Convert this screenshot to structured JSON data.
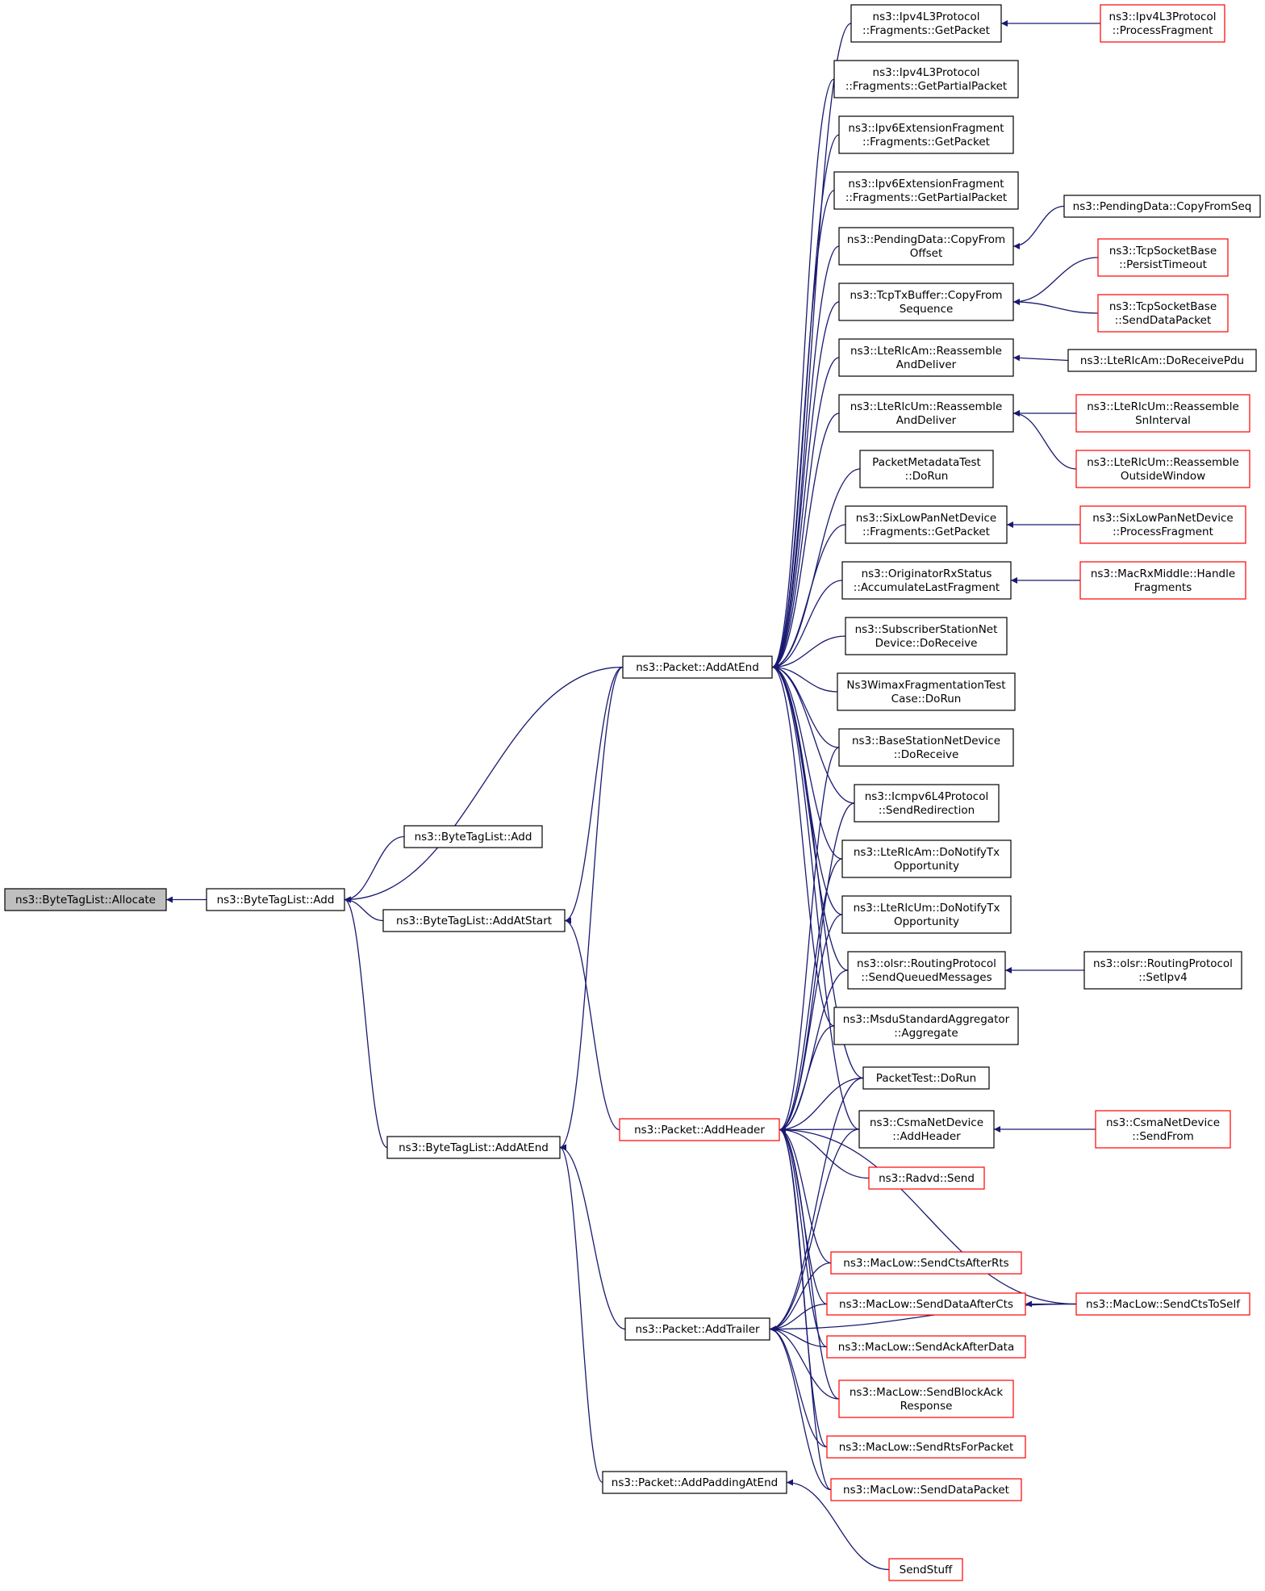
{
  "colors": {
    "edge": "#191970",
    "node_border_normal": "#000000",
    "node_border_truncated": "#ff0000",
    "node_fill_root": "#bfbfbf",
    "node_fill": "#ffffff",
    "text": "#000000"
  },
  "nodes": [
    {
      "id": "allocate",
      "lines": [
        "ns3::ByteTagList::Allocate"
      ],
      "style": "root"
    },
    {
      "id": "btl_add_main",
      "lines": [
        "ns3::ByteTagList::Add"
      ],
      "style": "normal"
    },
    {
      "id": "btl_add_other",
      "lines": [
        "ns3::ByteTagList::Add"
      ],
      "style": "normal"
    },
    {
      "id": "btl_addatstart",
      "lines": [
        "ns3::ByteTagList::AddAtStart"
      ],
      "style": "normal"
    },
    {
      "id": "btl_addatend",
      "lines": [
        "ns3::ByteTagList::AddAtEnd"
      ],
      "style": "normal"
    },
    {
      "id": "pkt_addatend",
      "lines": [
        "ns3::Packet::AddAtEnd"
      ],
      "style": "normal"
    },
    {
      "id": "pkt_addheader",
      "lines": [
        "ns3::Packet::AddHeader"
      ],
      "style": "truncated"
    },
    {
      "id": "pkt_addtrailer",
      "lines": [
        "ns3::Packet::AddTrailer"
      ],
      "style": "normal"
    },
    {
      "id": "pkt_addpadding",
      "lines": [
        "ns3::Packet::AddPaddingAtEnd"
      ],
      "style": "normal"
    },
    {
      "id": "ipv4_getpacket",
      "lines": [
        "ns3::Ipv4L3Protocol",
        "::Fragments::GetPacket"
      ],
      "style": "normal"
    },
    {
      "id": "ipv4_getpartial",
      "lines": [
        "ns3::Ipv4L3Protocol",
        "::Fragments::GetPartialPacket"
      ],
      "style": "normal"
    },
    {
      "id": "ipv6_getpacket",
      "lines": [
        "ns3::Ipv6ExtensionFragment",
        "::Fragments::GetPacket"
      ],
      "style": "normal"
    },
    {
      "id": "ipv6_getpartial",
      "lines": [
        "ns3::Ipv6ExtensionFragment",
        "::Fragments::GetPartialPacket"
      ],
      "style": "normal"
    },
    {
      "id": "pending_copyfromoffset",
      "lines": [
        "ns3::PendingData::CopyFrom",
        "Offset"
      ],
      "style": "normal"
    },
    {
      "id": "tcptx_copyfromseq",
      "lines": [
        "ns3::TcpTxBuffer::CopyFrom",
        "Sequence"
      ],
      "style": "normal"
    },
    {
      "id": "rlcam_reassemble",
      "lines": [
        "ns3::LteRlcAm::Reassemble",
        "AndDeliver"
      ],
      "style": "normal"
    },
    {
      "id": "rlcum_reassemble",
      "lines": [
        "ns3::LteRlcUm::Reassemble",
        "AndDeliver"
      ],
      "style": "normal"
    },
    {
      "id": "pmt_dorun",
      "lines": [
        "PacketMetadataTest",
        "::DoRun"
      ],
      "style": "normal"
    },
    {
      "id": "sixlowpan_getpacket",
      "lines": [
        "ns3::SixLowPanNetDevice",
        "::Fragments::GetPacket"
      ],
      "style": "normal"
    },
    {
      "id": "originator_accum",
      "lines": [
        "ns3::OriginatorRxStatus",
        "::AccumulateLastFragment"
      ],
      "style": "normal"
    },
    {
      "id": "ssnd_doreceive",
      "lines": [
        "ns3::SubscriberStationNet",
        "Device::DoReceive"
      ],
      "style": "normal"
    },
    {
      "id": "wimaxfrag_dorun",
      "lines": [
        "Ns3WimaxFragmentationTest",
        "Case::DoRun"
      ],
      "style": "normal"
    },
    {
      "id": "bsnd_doreceive",
      "lines": [
        "ns3::BaseStationNetDevice",
        "::DoReceive"
      ],
      "style": "normal"
    },
    {
      "id": "icmpv6_sendredirect",
      "lines": [
        "ns3::Icmpv6L4Protocol",
        "::SendRedirection"
      ],
      "style": "normal"
    },
    {
      "id": "rlcam_notifytx",
      "lines": [
        "ns3::LteRlcAm::DoNotifyTx",
        "Opportunity"
      ],
      "style": "normal"
    },
    {
      "id": "rlcum_notifytx",
      "lines": [
        "ns3::LteRlcUm::DoNotifyTx",
        "Opportunity"
      ],
      "style": "normal"
    },
    {
      "id": "olsr_sendqueued",
      "lines": [
        "ns3::olsr::RoutingProtocol",
        "::SendQueuedMessages"
      ],
      "style": "normal"
    },
    {
      "id": "msdu_aggregate",
      "lines": [
        "ns3::MsduStandardAggregator",
        "::Aggregate"
      ],
      "style": "normal"
    },
    {
      "id": "packettest_dorun",
      "lines": [
        "PacketTest::DoRun"
      ],
      "style": "normal"
    },
    {
      "id": "csma_addheader",
      "lines": [
        "ns3::CsmaNetDevice",
        "::AddHeader"
      ],
      "style": "normal"
    },
    {
      "id": "radvd_send",
      "lines": [
        "ns3::Radvd::Send"
      ],
      "style": "truncated"
    },
    {
      "id": "maclow_ctsafterrts",
      "lines": [
        "ns3::MacLow::SendCtsAfterRts"
      ],
      "style": "truncated"
    },
    {
      "id": "maclow_dataaftercts",
      "lines": [
        "ns3::MacLow::SendDataAfterCts"
      ],
      "style": "truncated"
    },
    {
      "id": "maclow_ackafterdata",
      "lines": [
        "ns3::MacLow::SendAckAfterData"
      ],
      "style": "truncated"
    },
    {
      "id": "maclow_blockack",
      "lines": [
        "ns3::MacLow::SendBlockAck",
        "Response"
      ],
      "style": "truncated"
    },
    {
      "id": "maclow_rtsforpacket",
      "lines": [
        "ns3::MacLow::SendRtsForPacket"
      ],
      "style": "truncated"
    },
    {
      "id": "maclow_datapacket",
      "lines": [
        "ns3::MacLow::SendDataPacket"
      ],
      "style": "truncated"
    },
    {
      "id": "sendstuff",
      "lines": [
        "SendStuff"
      ],
      "style": "truncated"
    },
    {
      "id": "ipv4_processfrag",
      "lines": [
        "ns3::Ipv4L3Protocol",
        "::ProcessFragment"
      ],
      "style": "truncated"
    },
    {
      "id": "pending_copyfromseq",
      "lines": [
        "ns3::PendingData::CopyFromSeq"
      ],
      "style": "normal"
    },
    {
      "id": "tcpsb_persist",
      "lines": [
        "ns3::TcpSocketBase",
        "::PersistTimeout"
      ],
      "style": "truncated"
    },
    {
      "id": "tcpsb_senddata",
      "lines": [
        "ns3::TcpSocketBase",
        "::SendDataPacket"
      ],
      "style": "truncated"
    },
    {
      "id": "rlcam_doreceivepdu",
      "lines": [
        "ns3::LteRlcAm::DoReceivePdu"
      ],
      "style": "normal"
    },
    {
      "id": "rlcum_reassemble_sn",
      "lines": [
        "ns3::LteRlcUm::Reassemble",
        "SnInterval"
      ],
      "style": "truncated"
    },
    {
      "id": "rlcum_reassemble_out",
      "lines": [
        "ns3::LteRlcUm::Reassemble",
        "OutsideWindow"
      ],
      "style": "truncated"
    },
    {
      "id": "sixlowpan_processfrag",
      "lines": [
        "ns3::SixLowPanNetDevice",
        "::ProcessFragment"
      ],
      "style": "truncated"
    },
    {
      "id": "macrx_handlefrag",
      "lines": [
        "ns3::MacRxMiddle::Handle",
        "Fragments"
      ],
      "style": "truncated"
    },
    {
      "id": "olsr_setipv4",
      "lines": [
        "ns3::olsr::RoutingProtocol",
        "::SetIpv4"
      ],
      "style": "normal"
    },
    {
      "id": "csma_sendfrom",
      "lines": [
        "ns3::CsmaNetDevice",
        "::SendFrom"
      ],
      "style": "truncated"
    },
    {
      "id": "maclow_ctstoself",
      "lines": [
        "ns3::MacLow::SendCtsToSelf"
      ],
      "style": "truncated"
    }
  ],
  "edges": [
    {
      "from": "btl_add_main",
      "to": "allocate"
    },
    {
      "from": "btl_add_other",
      "to": "btl_add_main"
    },
    {
      "from": "pkt_addatend",
      "to": "btl_add_main"
    },
    {
      "from": "btl_addatstart",
      "to": "btl_add_main"
    },
    {
      "from": "btl_addatend",
      "to": "btl_add_main"
    },
    {
      "from": "pkt_addheader",
      "to": "btl_addatstart"
    },
    {
      "from": "pkt_addatend",
      "to": "btl_addatstart"
    },
    {
      "from": "pkt_addatend",
      "to": "btl_addatend"
    },
    {
      "from": "pkt_addtrailer",
      "to": "btl_addatend"
    },
    {
      "from": "pkt_addpadding",
      "to": "btl_addatend"
    },
    {
      "from": "ipv4_getpacket",
      "to": "pkt_addatend"
    },
    {
      "from": "ipv4_getpartial",
      "to": "pkt_addatend"
    },
    {
      "from": "ipv6_getpacket",
      "to": "pkt_addatend"
    },
    {
      "from": "ipv6_getpartial",
      "to": "pkt_addatend"
    },
    {
      "from": "pending_copyfromoffset",
      "to": "pkt_addatend"
    },
    {
      "from": "tcptx_copyfromseq",
      "to": "pkt_addatend"
    },
    {
      "from": "rlcam_reassemble",
      "to": "pkt_addatend"
    },
    {
      "from": "rlcum_reassemble",
      "to": "pkt_addatend"
    },
    {
      "from": "pmt_dorun",
      "to": "pkt_addatend"
    },
    {
      "from": "sixlowpan_getpacket",
      "to": "pkt_addatend"
    },
    {
      "from": "originator_accum",
      "to": "pkt_addatend"
    },
    {
      "from": "ssnd_doreceive",
      "to": "pkt_addatend"
    },
    {
      "from": "wimaxfrag_dorun",
      "to": "pkt_addatend"
    },
    {
      "from": "bsnd_doreceive",
      "to": "pkt_addatend"
    },
    {
      "from": "icmpv6_sendredirect",
      "to": "pkt_addatend"
    },
    {
      "from": "rlcam_notifytx",
      "to": "pkt_addatend"
    },
    {
      "from": "rlcum_notifytx",
      "to": "pkt_addatend"
    },
    {
      "from": "olsr_sendqueued",
      "to": "pkt_addatend"
    },
    {
      "from": "msdu_aggregate",
      "to": "pkt_addatend"
    },
    {
      "from": "packettest_dorun",
      "to": "pkt_addatend"
    },
    {
      "from": "csma_addheader",
      "to": "pkt_addatend"
    },
    {
      "from": "ipv4_processfrag",
      "to": "ipv4_getpacket"
    },
    {
      "from": "pending_copyfromseq",
      "to": "pending_copyfromoffset"
    },
    {
      "from": "tcpsb_persist",
      "to": "tcptx_copyfromseq"
    },
    {
      "from": "tcpsb_senddata",
      "to": "tcptx_copyfromseq"
    },
    {
      "from": "rlcam_doreceivepdu",
      "to": "rlcam_reassemble"
    },
    {
      "from": "rlcum_reassemble_sn",
      "to": "rlcum_reassemble"
    },
    {
      "from": "rlcum_reassemble_out",
      "to": "rlcum_reassemble"
    },
    {
      "from": "sixlowpan_processfrag",
      "to": "sixlowpan_getpacket"
    },
    {
      "from": "macrx_handlefrag",
      "to": "originator_accum"
    },
    {
      "from": "olsr_setipv4",
      "to": "olsr_sendqueued"
    },
    {
      "from": "csma_sendfrom",
      "to": "csma_addheader"
    },
    {
      "from": "maclow_ctstoself",
      "to": "maclow_dataaftercts"
    },
    {
      "from": "bsnd_doreceive",
      "to": "pkt_addheader"
    },
    {
      "from": "icmpv6_sendredirect",
      "to": "pkt_addheader"
    },
    {
      "from": "rlcam_notifytx",
      "to": "pkt_addheader"
    },
    {
      "from": "rlcum_notifytx",
      "to": "pkt_addheader"
    },
    {
      "from": "olsr_sendqueued",
      "to": "pkt_addheader"
    },
    {
      "from": "msdu_aggregate",
      "to": "pkt_addheader"
    },
    {
      "from": "packettest_dorun",
      "to": "pkt_addheader"
    },
    {
      "from": "csma_addheader",
      "to": "pkt_addheader"
    },
    {
      "from": "radvd_send",
      "to": "pkt_addheader"
    },
    {
      "from": "maclow_ctsafterrts",
      "to": "pkt_addheader"
    },
    {
      "from": "maclow_dataaftercts",
      "to": "pkt_addheader"
    },
    {
      "from": "maclow_ackafterdata",
      "to": "pkt_addheader"
    },
    {
      "from": "maclow_blockack",
      "to": "pkt_addheader"
    },
    {
      "from": "maclow_rtsforpacket",
      "to": "pkt_addheader"
    },
    {
      "from": "maclow_datapacket",
      "to": "pkt_addheader"
    },
    {
      "from": "maclow_ctstoself",
      "to": "pkt_addheader"
    },
    {
      "from": "packettest_dorun",
      "to": "pkt_addtrailer"
    },
    {
      "from": "csma_addheader",
      "to": "pkt_addtrailer"
    },
    {
      "from": "maclow_ctsafterrts",
      "to": "pkt_addtrailer"
    },
    {
      "from": "maclow_dataaftercts",
      "to": "pkt_addtrailer"
    },
    {
      "from": "maclow_ackafterdata",
      "to": "pkt_addtrailer"
    },
    {
      "from": "maclow_blockack",
      "to": "pkt_addtrailer"
    },
    {
      "from": "maclow_rtsforpacket",
      "to": "pkt_addtrailer"
    },
    {
      "from": "maclow_datapacket",
      "to": "pkt_addtrailer"
    },
    {
      "from": "maclow_ctstoself",
      "to": "pkt_addtrailer"
    },
    {
      "from": "sendstuff",
      "to": "pkt_addpadding"
    }
  ]
}
